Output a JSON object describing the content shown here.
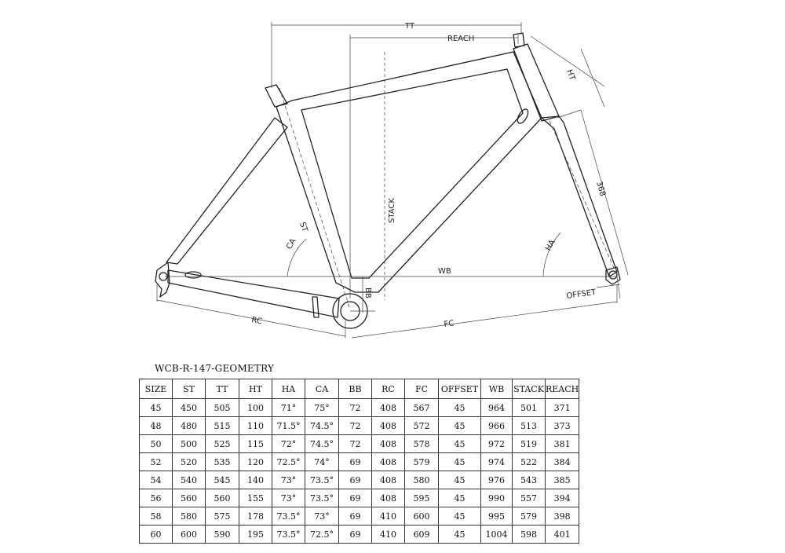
{
  "diagram": {
    "labels": {
      "tt": "TT",
      "reach": "REACH",
      "ht": "HT",
      "stack": "STACK",
      "fork": "368",
      "st": "ST",
      "ca": "CA",
      "ha": "HA",
      "wb": "WB",
      "bb": "BB",
      "offset": "OFFSET",
      "rc": "RC",
      "fc": "FC"
    },
    "line_color": "#222222"
  },
  "table": {
    "title": "WCB-R-147-GEOMETRY",
    "headers": [
      "SIZE",
      "ST",
      "TT",
      "HT",
      "HA",
      "CA",
      "BB",
      "RC",
      "FC",
      "OFFSET",
      "WB",
      "STACK",
      "REACH"
    ],
    "rows": [
      [
        "45",
        "450",
        "505",
        "100",
        "71°",
        "75°",
        "72",
        "408",
        "567",
        "45",
        "964",
        "501",
        "371"
      ],
      [
        "48",
        "480",
        "515",
        "110",
        "71.5°",
        "74.5°",
        "72",
        "408",
        "572",
        "45",
        "966",
        "513",
        "373"
      ],
      [
        "50",
        "500",
        "525",
        "115",
        "72°",
        "74.5°",
        "72",
        "408",
        "578",
        "45",
        "972",
        "519",
        "381"
      ],
      [
        "52",
        "520",
        "535",
        "120",
        "72.5°",
        "74°",
        "69",
        "408",
        "579",
        "45",
        "974",
        "522",
        "384"
      ],
      [
        "54",
        "540",
        "545",
        "140",
        "73°",
        "73.5°",
        "69",
        "408",
        "580",
        "45",
        "976",
        "543",
        "385"
      ],
      [
        "56",
        "560",
        "560",
        "155",
        "73°",
        "73.5°",
        "69",
        "408",
        "595",
        "45",
        "990",
        "557",
        "394"
      ],
      [
        "58",
        "580",
        "575",
        "178",
        "73.5°",
        "73°",
        "69",
        "410",
        "600",
        "45",
        "995",
        "579",
        "398"
      ],
      [
        "60",
        "600",
        "590",
        "195",
        "73.5°",
        "72.5°",
        "69",
        "410",
        "609",
        "45",
        "1004",
        "598",
        "401"
      ]
    ]
  }
}
